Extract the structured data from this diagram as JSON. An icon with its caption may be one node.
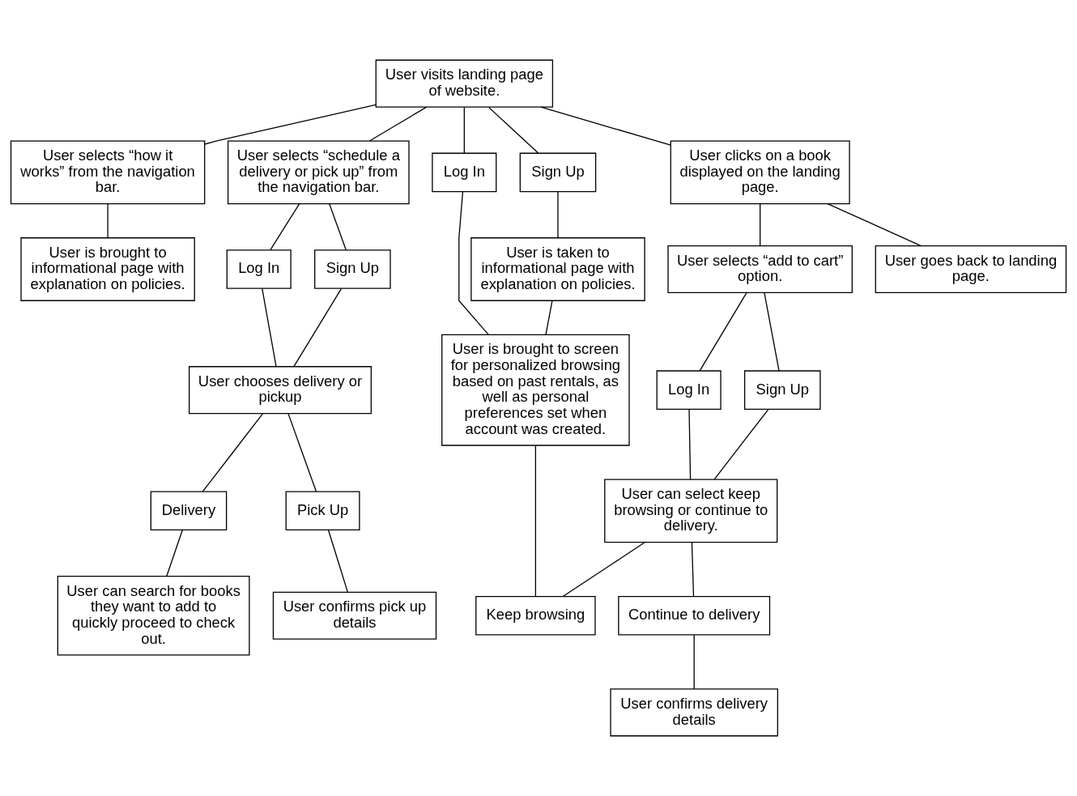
{
  "diagram": {
    "nodes": [
      {
        "text": [
          "User visits landing page of website."
        ]
      },
      {
        "text": [
          "User selects “how it works” from the navigation bar."
        ]
      },
      {
        "text": [
          "User selects “schedule a delivery or pick up” from the navigation bar."
        ]
      },
      {
        "text": [
          "Log In"
        ]
      },
      {
        "text": [
          "Sign Up"
        ]
      },
      {
        "text": [
          "User clicks on a book displayed on the landing page."
        ]
      },
      {
        "text": [
          "User is brought to informational page with explanation on policies."
        ]
      },
      {
        "text": [
          "Log In"
        ]
      },
      {
        "text": [
          "Sign Up"
        ]
      },
      {
        "text": [
          "User is taken to informational page with explanation on policies."
        ]
      },
      {
        "text": [
          "User selects “add to cart” option."
        ]
      },
      {
        "text": [
          "User goes back to landing page."
        ]
      },
      {
        "text": [
          "User chooses delivery or pickup"
        ]
      },
      {
        "text": [
          "User is brought to screen for personalized browsing based on past rentals, as well as personal preferences set when account was created."
        ]
      },
      {
        "text": [
          "Log In"
        ]
      },
      {
        "text": [
          "Sign Up"
        ]
      },
      {
        "text": [
          "Delivery"
        ]
      },
      {
        "text": [
          "Pick Up"
        ]
      },
      {
        "text": [
          "User can select keep browsing or continue to delivery."
        ]
      },
      {
        "text": [
          "User can search for books they want to add to quickly proceed to check out."
        ]
      },
      {
        "text": [
          "User confirms pick up details"
        ]
      },
      {
        "text": [
          "Keep browsing"
        ]
      },
      {
        "text": [
          "Continue to delivery"
        ]
      },
      {
        "text": [
          "User confirms delivery details"
        ]
      }
    ],
    "edges": [
      {
        "from": 0,
        "to": 1,
        "arrow": "none"
      },
      {
        "from": 0,
        "to": 2,
        "arrow": "none"
      },
      {
        "from": 0,
        "to": 3,
        "arrow": "none"
      },
      {
        "from": 0,
        "to": 4,
        "arrow": "none"
      },
      {
        "from": 0,
        "to": 5,
        "arrow": "none"
      },
      {
        "from": 1,
        "to": 6,
        "arrow": "none"
      },
      {
        "from": 2,
        "to": 7,
        "arrow": "none"
      },
      {
        "from": 2,
        "to": 8,
        "arrow": "none"
      },
      {
        "from": 3,
        "to": 13,
        "arrow": "none"
      },
      {
        "from": 4,
        "to": 9,
        "arrow": "none"
      },
      {
        "from": 9,
        "to": 13,
        "arrow": "none"
      },
      {
        "from": 5,
        "to": 10,
        "arrow": "none"
      },
      {
        "from": 5,
        "to": 11,
        "arrow": "none"
      },
      {
        "from": 7,
        "to": 12,
        "arrow": "none"
      },
      {
        "from": 8,
        "to": 12,
        "arrow": "none"
      },
      {
        "from": 10,
        "to": 14,
        "arrow": "none"
      },
      {
        "from": 10,
        "to": 15,
        "arrow": "none"
      },
      {
        "from": 12,
        "to": 16,
        "arrow": "none"
      },
      {
        "from": 12,
        "to": 17,
        "arrow": "none"
      },
      {
        "from": 14,
        "to": 18,
        "arrow": "none"
      },
      {
        "from": 15,
        "to": 18,
        "arrow": "none"
      },
      {
        "from": 16,
        "to": 19,
        "arrow": "none"
      },
      {
        "from": 17,
        "to": 20,
        "arrow": "none"
      },
      {
        "from": 18,
        "to": 21,
        "arrow": "none"
      },
      {
        "from": 18,
        "to": 22,
        "arrow": "none"
      },
      {
        "from": 22,
        "to": 23,
        "arrow": "none"
      },
      {
        "from": 13,
        "to": 21,
        "arrow": "none"
      }
    ]
  }
}
